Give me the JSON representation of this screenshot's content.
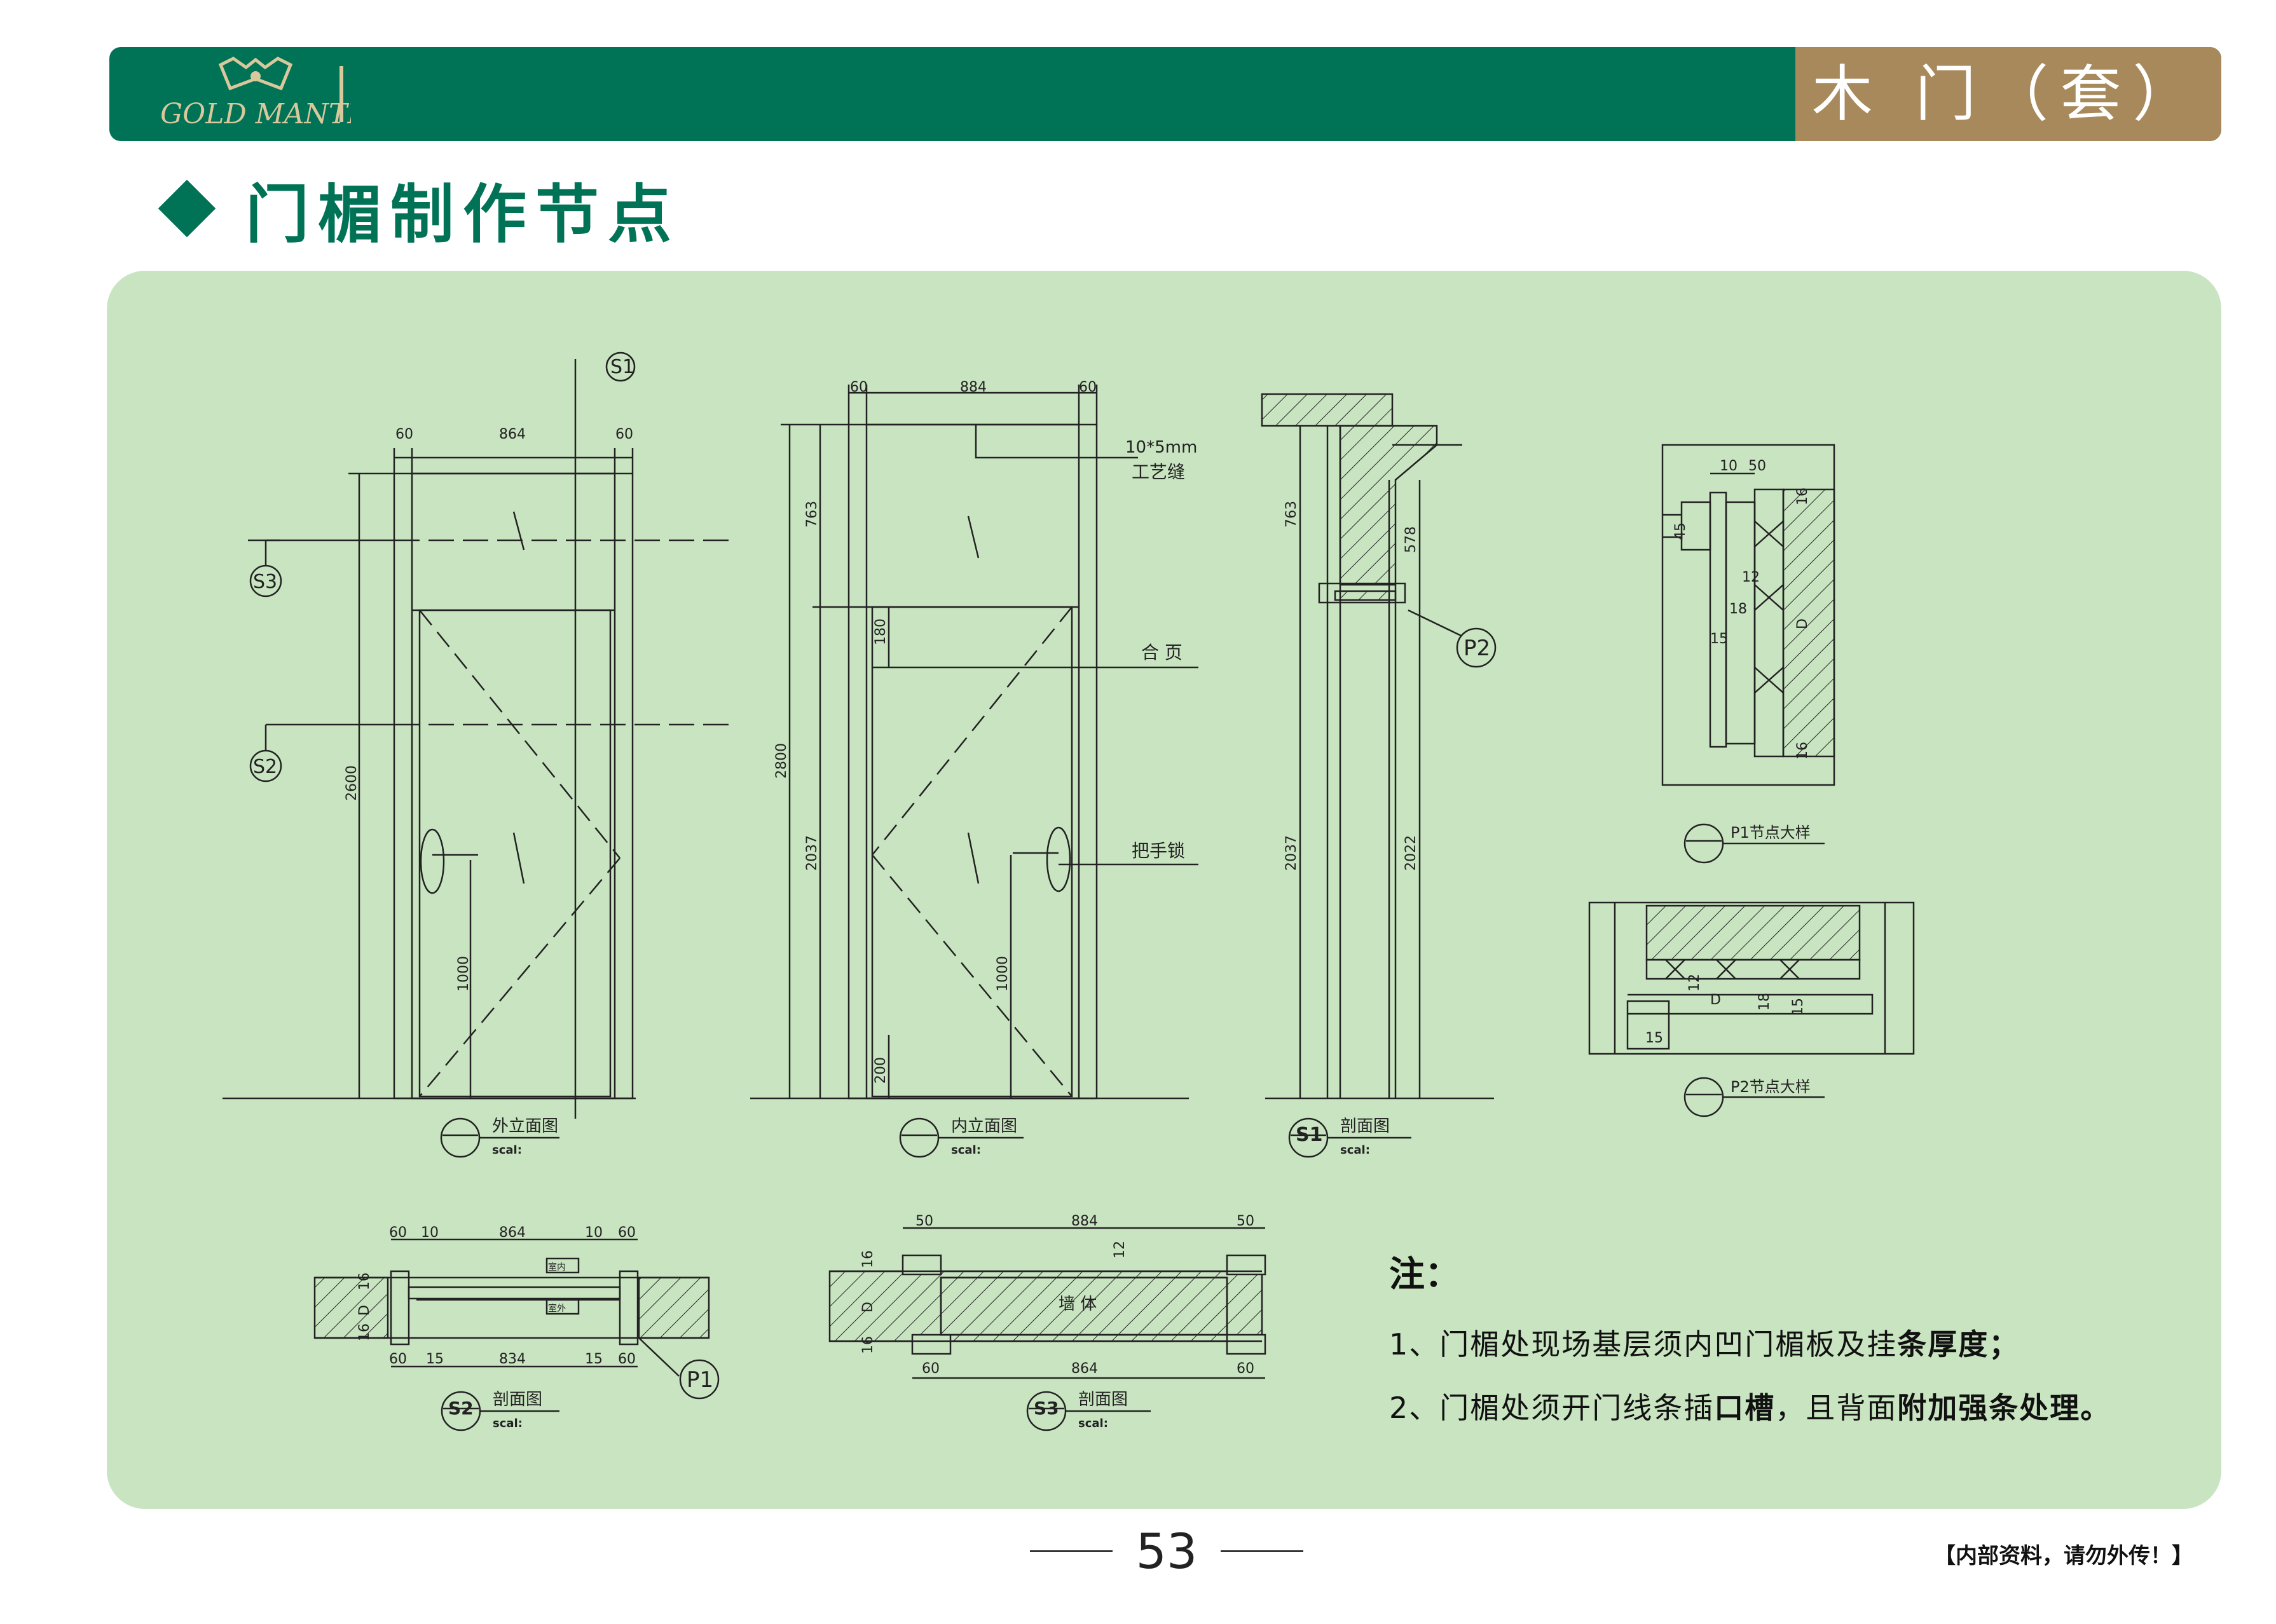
{
  "header": {
    "logo_text": "GOLD MANTIS",
    "title": "木 门（套）"
  },
  "section": {
    "title": "门楣制作节点"
  },
  "drawings": {
    "exterior_elevation": {
      "label": "外立面图",
      "scale": "scal:",
      "dims_top": [
        "60",
        "864",
        "60"
      ],
      "dim_height": "2600",
      "dim_handle": "1000",
      "markers": [
        "S1",
        "S2",
        "S3"
      ]
    },
    "interior_elevation": {
      "label": "内立面图",
      "scale": "scal:",
      "dims_top": [
        "60",
        "884",
        "60"
      ],
      "dim_total": "2800",
      "dim_upper": "763",
      "dim_lower": "2037",
      "dim_hinge_top": "180",
      "dim_handle": "1000",
      "dim_hinge_bottom": "200",
      "callouts": [
        "10*5mm",
        "工艺缝",
        "合 页",
        "把手锁"
      ]
    },
    "section_s1": {
      "marker": "S1",
      "label": "剖面图",
      "scale": "scal:",
      "dims": [
        "763",
        "578",
        "2037",
        "2022"
      ],
      "detail_marker": "P2"
    },
    "detail_p1": {
      "label": "P1节点大样",
      "dims": [
        "10",
        "50",
        "45",
        "16",
        "12",
        "18",
        "15",
        "D",
        "16"
      ]
    },
    "detail_p2": {
      "label": "P2节点大样",
      "dims": [
        "12",
        "18",
        "15",
        "15",
        "D"
      ]
    },
    "section_s2": {
      "marker": "S2",
      "label": "剖面图",
      "scale": "scal:",
      "dims_top": [
        "60",
        "10",
        "864",
        "10",
        "60"
      ],
      "dims_bottom": [
        "60",
        "15",
        "834",
        "15",
        "60"
      ],
      "side_dims": [
        "16",
        "D",
        "16"
      ],
      "detail_marker": "P1",
      "tags": [
        "室内",
        "室外"
      ]
    },
    "section_s3": {
      "marker": "S3",
      "label": "剖面图",
      "scale": "scal:",
      "dims_top": [
        "50",
        "884",
        "50"
      ],
      "dims_bottom": [
        "60",
        "864",
        "60"
      ],
      "side_dims": [
        "16",
        "D",
        "16"
      ],
      "dim_gap": "12",
      "wall_label": "墙 体"
    }
  },
  "notes": {
    "title": "注：",
    "line1_normal": "1、门楣处现场基层须内凹门楣板及挂",
    "line1_bold": "条厚度；",
    "line2_normal": "2、门楣处须开门线条插",
    "line2_bold1": "口槽",
    "line2_mid": "，且背面",
    "line2_bold2": "附加强条处理。"
  },
  "footer": {
    "page_number": "53",
    "notice": "【内部资料，请勿外传！】"
  },
  "colors": {
    "header_green": "#007256",
    "header_gold": "#a8895b",
    "panel_green": "#c9e4c1"
  }
}
